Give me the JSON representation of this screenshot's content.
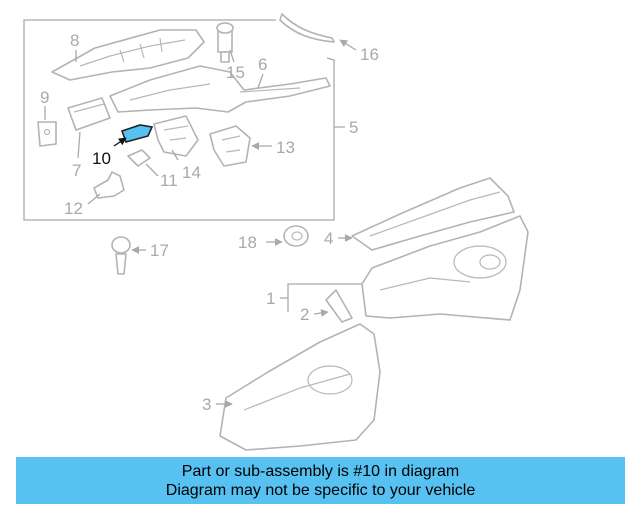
{
  "diagram": {
    "highlight_color": "#57c1f1",
    "line_color": "#a9a9a9",
    "callouts": {
      "c1": "1",
      "c2": "2",
      "c3": "3",
      "c4": "4",
      "c5": "5",
      "c6": "6",
      "c7": "7",
      "c8": "8",
      "c9": "9",
      "c10": "10",
      "c11": "11",
      "c12": "12",
      "c13": "13",
      "c14": "14",
      "c15": "15",
      "c16": "16",
      "c17": "17",
      "c18": "18"
    }
  },
  "banner": {
    "line1": "Part or sub-assembly is #10 in diagram",
    "line2": "Diagram may not be specific to your vehicle",
    "background": "#57c1f1"
  }
}
